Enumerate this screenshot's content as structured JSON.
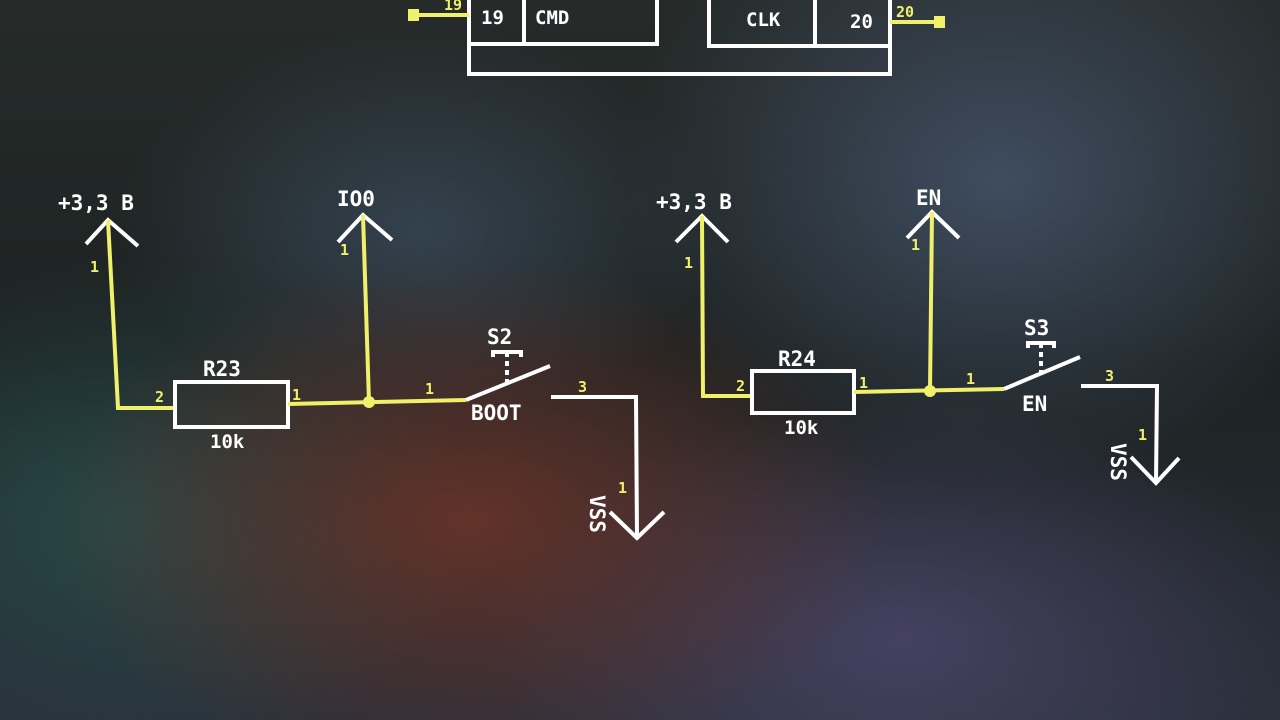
{
  "ic": {
    "pin_left": "19",
    "pin_left_label": "CMD",
    "pin_right_label": "CLK",
    "pin_right": "20",
    "pin_left_num": "19",
    "pin_right_num": "20"
  },
  "left_circuit": {
    "power": "+3,3 B",
    "net": "IO0",
    "resistor": {
      "ref": "R23",
      "value": "10k",
      "pin_a": "2",
      "pin_b": "1"
    },
    "switch": {
      "ref": "S2",
      "name": "BOOT",
      "pin_in": "1",
      "pin_out": "3"
    },
    "ground": "VSS",
    "pin_marks": [
      "1",
      "1",
      "1"
    ]
  },
  "right_circuit": {
    "power": "+3,3 B",
    "net": "EN",
    "resistor": {
      "ref": "R24",
      "value": "10k",
      "pin_a": "2",
      "pin_b": "1"
    },
    "switch": {
      "ref": "S3",
      "name": "EN",
      "pin_in": "1",
      "pin_out": "3"
    },
    "ground": "VSS",
    "pin_marks": [
      "1",
      "1",
      "1"
    ]
  },
  "colors": {
    "wire": "#e6e67a",
    "symbol": "#f2f2e6",
    "background": "#1a1e1f"
  }
}
